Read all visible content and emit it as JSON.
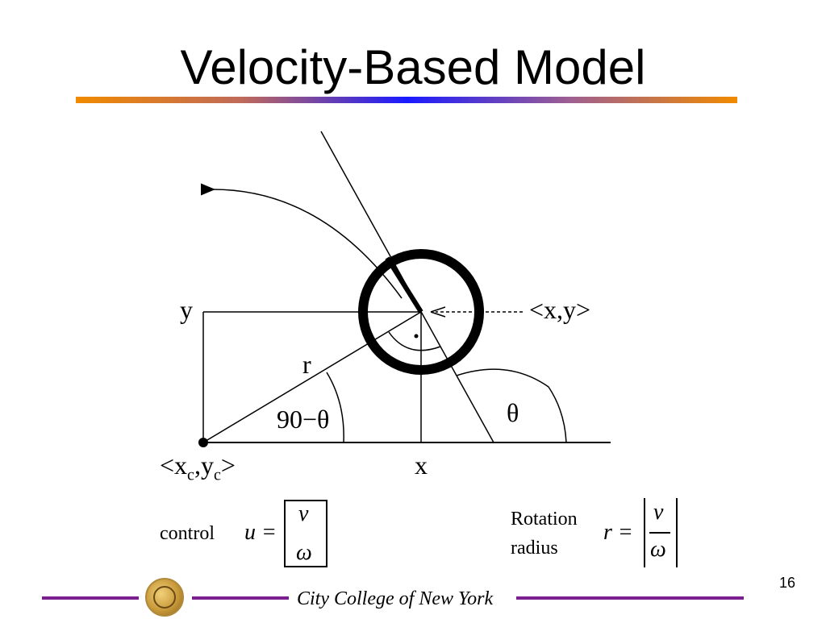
{
  "title": "Velocity-Based Model",
  "colors": {
    "rule_left": "#f08a00",
    "rule_center": "#1a1aff",
    "rule_right": "#f08a00",
    "footer_line": "#7a1f8e"
  },
  "diagram": {
    "labels": {
      "y": "y",
      "r": "r",
      "angle_complement": "90−θ",
      "theta": "θ",
      "x": "x",
      "pose": "<x,y>",
      "center_main": "<x",
      "center_sub_c1": "c",
      "center_mid": ",y",
      "center_sub_c2": "c",
      "center_end": ">"
    }
  },
  "equations": {
    "control_label": "control",
    "control_lhs": "u =",
    "control_top": "v",
    "control_bottom": "ω",
    "rotation_label_line1": "Rotation",
    "rotation_label_line2": "radius",
    "radius_lhs": "r =",
    "radius_num": "v",
    "radius_den": "ω"
  },
  "page_number": "16",
  "footer": {
    "institution": "City College of New York",
    "seal_icon": "college-seal-icon"
  }
}
